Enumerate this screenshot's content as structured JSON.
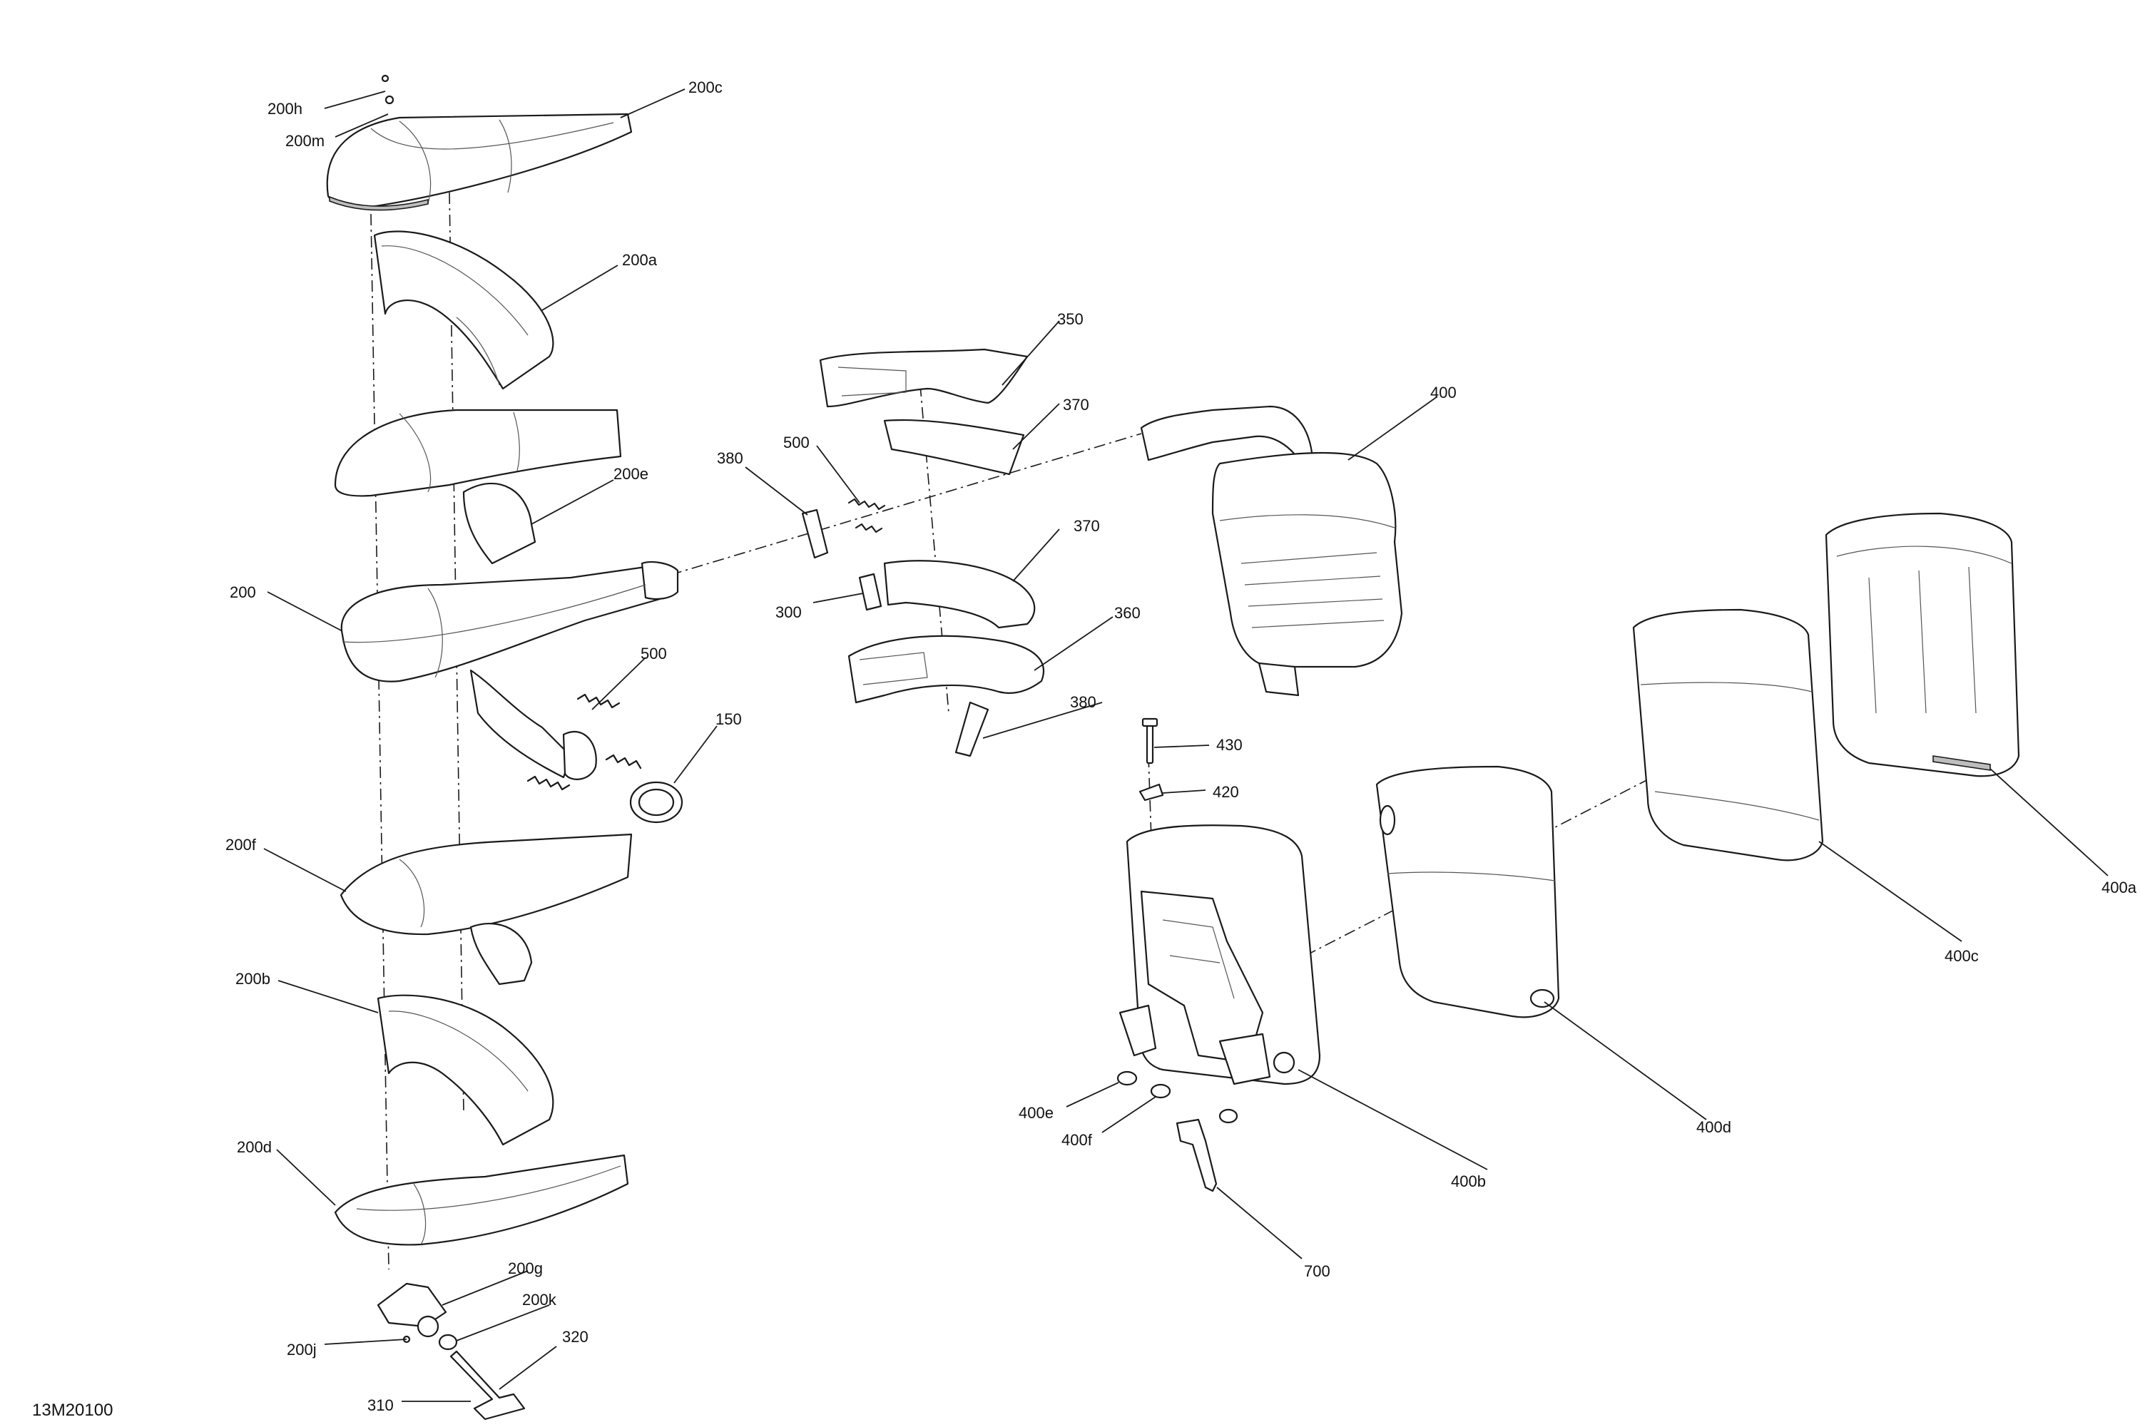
{
  "figure_id": "13M20100",
  "callouts": {
    "c150": "150",
    "c200": "200",
    "c200a": "200a",
    "c200b": "200b",
    "c200c": "200c",
    "c200d": "200d",
    "c200e": "200e",
    "c200f": "200f",
    "c200g": "200g",
    "c200h": "200h",
    "c200j": "200j",
    "c200k": "200k",
    "c200m": "200m",
    "c300": "300",
    "c310": "310",
    "c320": "320",
    "c350": "350",
    "c360": "360",
    "c370": "370",
    "c380": "380",
    "c400": "400",
    "c400a": "400a",
    "c400b": "400b",
    "c400c": "400c",
    "c400d": "400d",
    "c400e": "400e",
    "c400f": "400f",
    "c420": "420",
    "c430": "430",
    "c500": "500",
    "c700": "700"
  }
}
